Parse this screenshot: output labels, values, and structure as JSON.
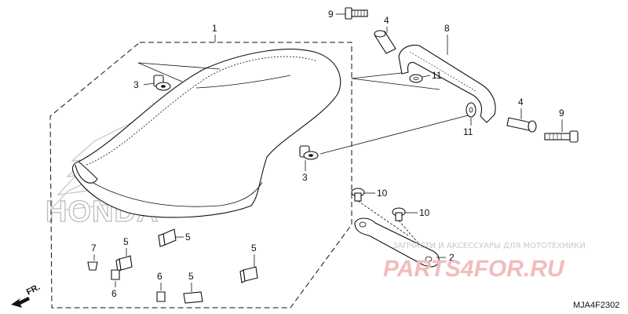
{
  "diagram": {
    "code": "MJA4F2302",
    "direction_label": "FR.",
    "logo_text": "HONDA",
    "watermark": {
      "tagline": "ЗАПЧАСТИ И АКСЕССУАРЫ ДЛЯ МОТОТЕХНИКИ",
      "brand": "PARTS4FOR.RU"
    },
    "callouts": {
      "seat": "1",
      "bolt_plate": "2",
      "grommet_left": "3",
      "grommet_lower": "3",
      "collar_top": "4",
      "collar_right": "4",
      "cushion_a": "5",
      "cushion_b": "5",
      "cushion_c": "5",
      "cushion_d": "5",
      "cushion_e": "6",
      "cushion_f": "6",
      "clip": "7",
      "grab_rail": "8",
      "bolt_top": "9",
      "bolt_right": "9",
      "bolt_plate_a": "10",
      "bolt_plate_b": "10",
      "washer_top": "11",
      "washer_right": "11"
    }
  },
  "colors": {
    "ink": "#111111",
    "logo_gray": "#bdbdbd",
    "watermark_red": "#f2bcbc",
    "watermark_gray": "#c9c9c9"
  }
}
